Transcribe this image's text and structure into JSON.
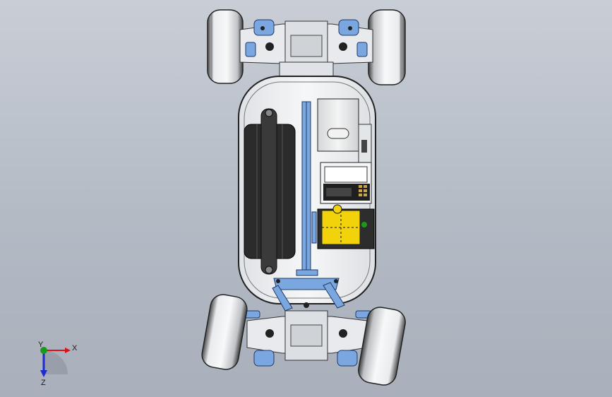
{
  "viewport": {
    "background_top": "#c9ced6",
    "background_bottom": "#a9b0bb"
  },
  "model": {
    "wheel_color": "#d8dadd",
    "chassis_color": "#eef0f2",
    "suspension_color": "#7aa7e0",
    "battery_color": "#2b2b2b",
    "servo_color": "#f2d20a"
  },
  "triad": {
    "x_label": "X",
    "y_label": "Y",
    "z_label": "Z",
    "x_color": "#d11",
    "y_color": "#1a9a1a",
    "z_color": "#1d2bd0"
  }
}
